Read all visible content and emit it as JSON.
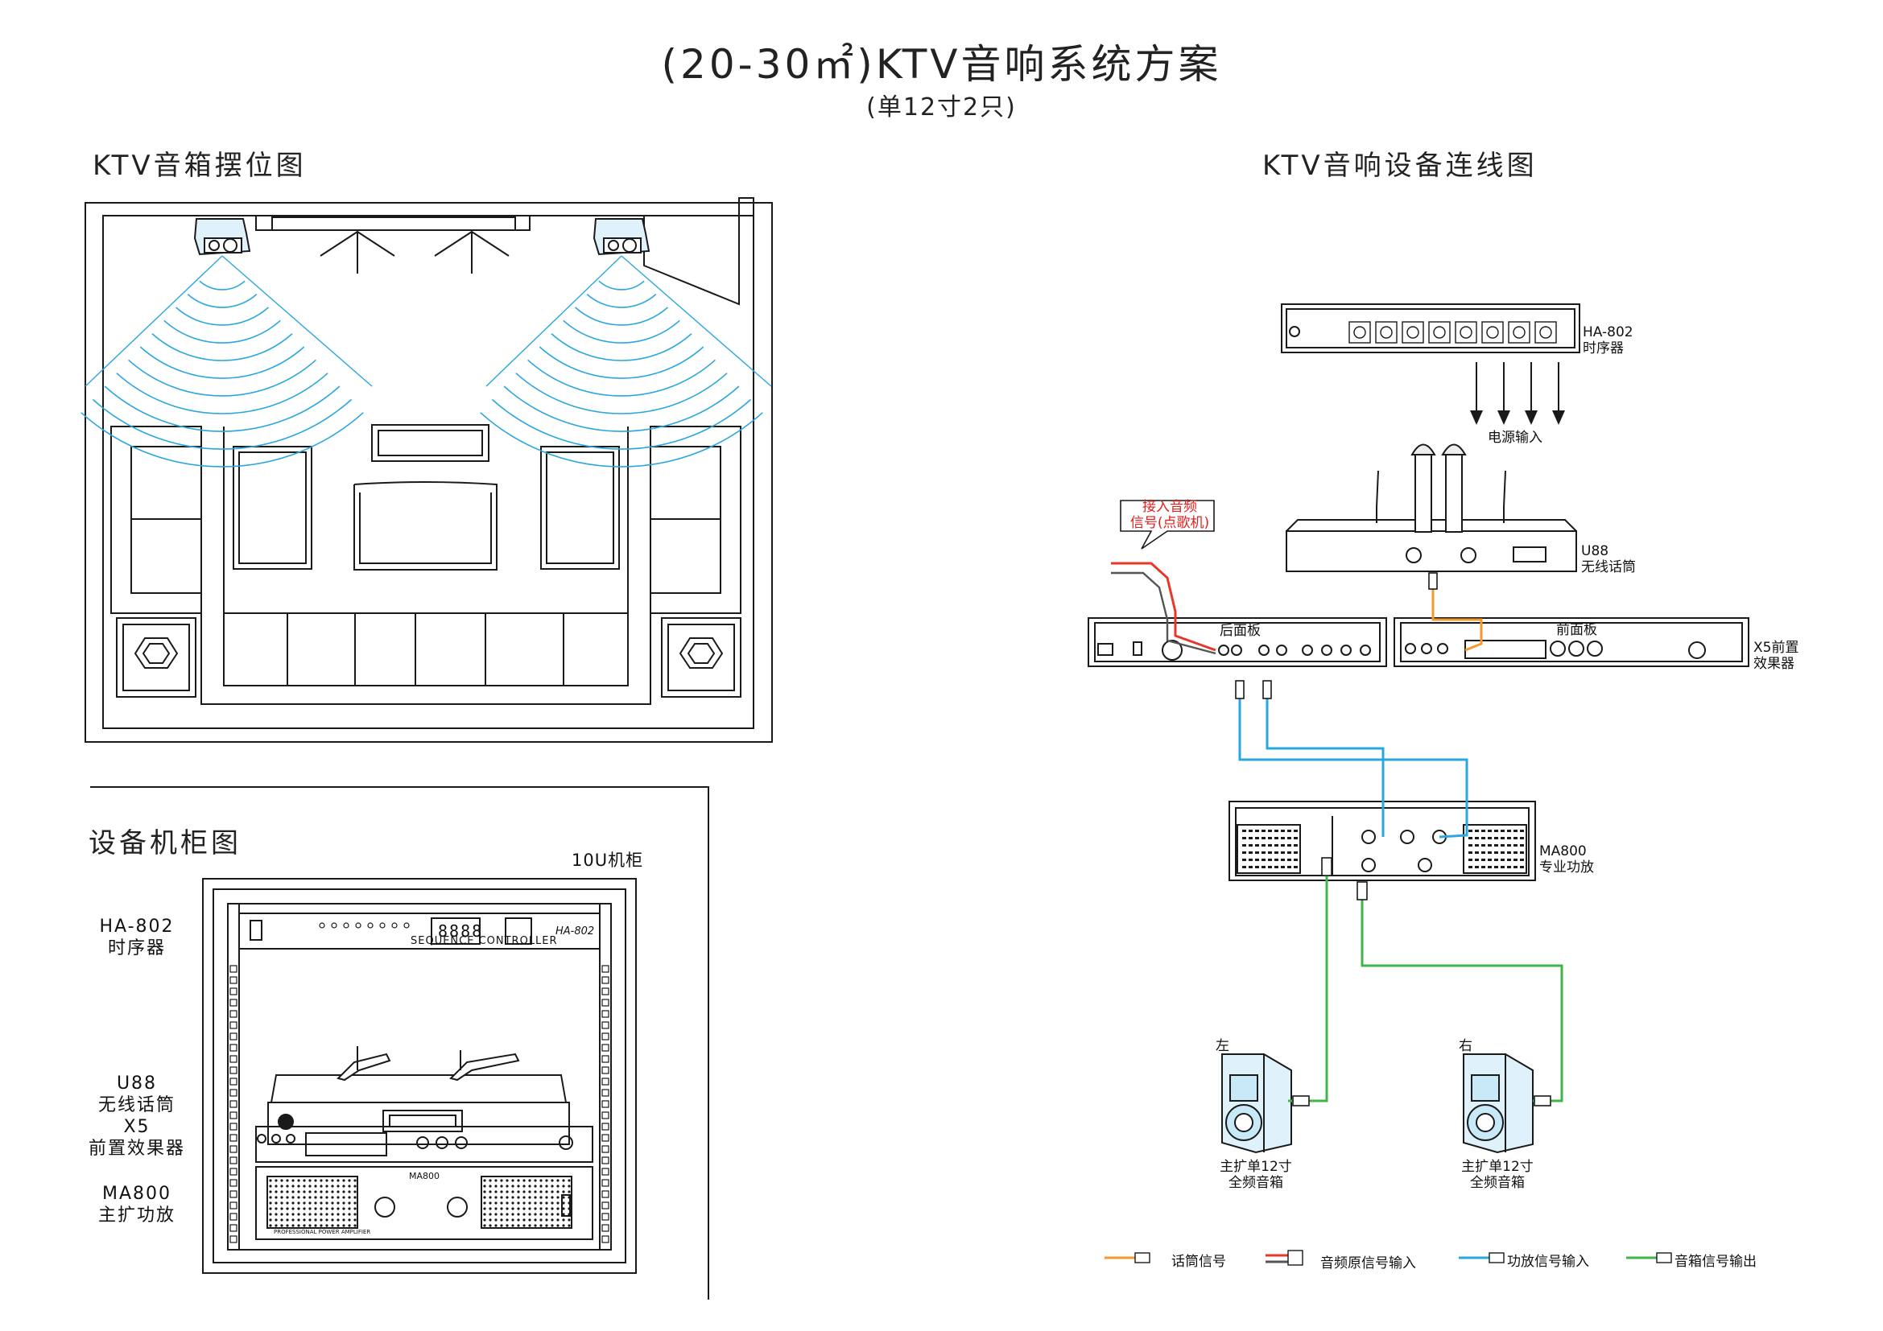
{
  "title": "(20-30㎡)KTV音响系统方案",
  "subtitle": "(单12寸2只)",
  "sections": {
    "layout": "KTV音箱摆位图",
    "cabinet": "设备机柜图",
    "wiring": "KTV音响设备连线图"
  },
  "cabinet": {
    "size_label": "10U机柜",
    "rack_labels": [
      {
        "line1": "HA-802",
        "line2": "时序器"
      },
      {
        "line1": "U88",
        "line2": "无线话筒"
      },
      {
        "line1": "X5",
        "line2": "前置效果器"
      },
      {
        "line1": "MA800",
        "line2": "主扩功放"
      }
    ],
    "panel_text": {
      "sequencer": "SEQUENCE CONTROLLER",
      "sequencer_model": "HA-802",
      "display": "8888",
      "amp_model": "MA800",
      "amp_brand": "PROFESSIONAL POWER AMPLIFIER"
    }
  },
  "wiring": {
    "devices": {
      "sequencer": {
        "line1": "HA-802",
        "line2": "时序器"
      },
      "mic": {
        "line1": "U88",
        "line2": "无线话筒"
      },
      "effects": {
        "line1": "X5前置",
        "line2": "效果器"
      },
      "amp": {
        "line1": "MA800",
        "line2": "专业功放"
      },
      "speaker_left": {
        "tag": "左",
        "line1": "主扩单12寸",
        "line2": "全频音箱"
      },
      "speaker_right": {
        "tag": "右",
        "line1": "主扩单12寸",
        "line2": "全频音箱"
      }
    },
    "power_input": "电源输入",
    "rear_panel": "后面板",
    "front_panel": "前面板",
    "callout": {
      "line1": "接入音频",
      "line2": "信号(点歌机)"
    }
  },
  "legend": [
    {
      "label": "话筒信号",
      "color": "#f39a2c"
    },
    {
      "label": "音频原信号输入",
      "color": "#e8372a"
    },
    {
      "label": "功放信号输入",
      "color": "#2aa7df"
    },
    {
      "label": "音箱信号输出",
      "color": "#3fb54a"
    }
  ],
  "colors": {
    "line": "#1a1a1a",
    "speaker_blue": "#2aa7df",
    "mic_orange": "#f39a2c",
    "audio_red": "#e8372a",
    "amp_blue": "#2aa7df",
    "speaker_green": "#3fb54a"
  }
}
